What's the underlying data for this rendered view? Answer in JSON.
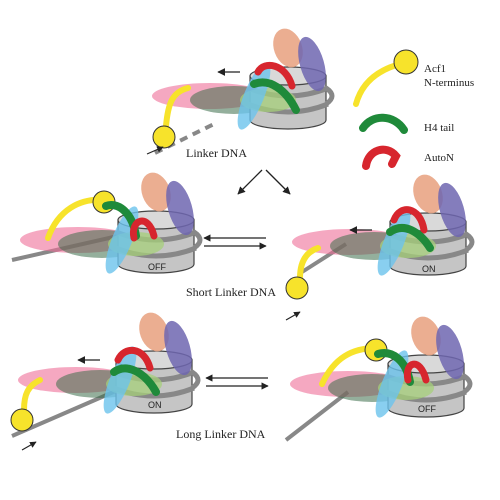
{
  "legend": {
    "acf1_line1": "Acf1",
    "acf1_line2": "N-terminus",
    "h4_tail": "H4 tail",
    "auto_n": "AutoN"
  },
  "captions": {
    "linker_dna": "Linker DNA",
    "short_linker": "Short Linker DNA",
    "long_linker": "Long Linker DNA"
  },
  "states": {
    "short_left": "OFF",
    "short_right": "ON",
    "long_left": "ON",
    "long_right": "OFF"
  },
  "colors": {
    "acf1": "#f7e32b",
    "h4_tail": "#1f8a3a",
    "auto_n": "#d7262e",
    "pink": "#ee6e98",
    "blue": "#6cc3ec",
    "purple": "#6e66b0",
    "peach": "#e9a585",
    "dark_green": "#3d6e4a",
    "histone": "#c5c5c5",
    "dna": "#8a8a8a"
  }
}
